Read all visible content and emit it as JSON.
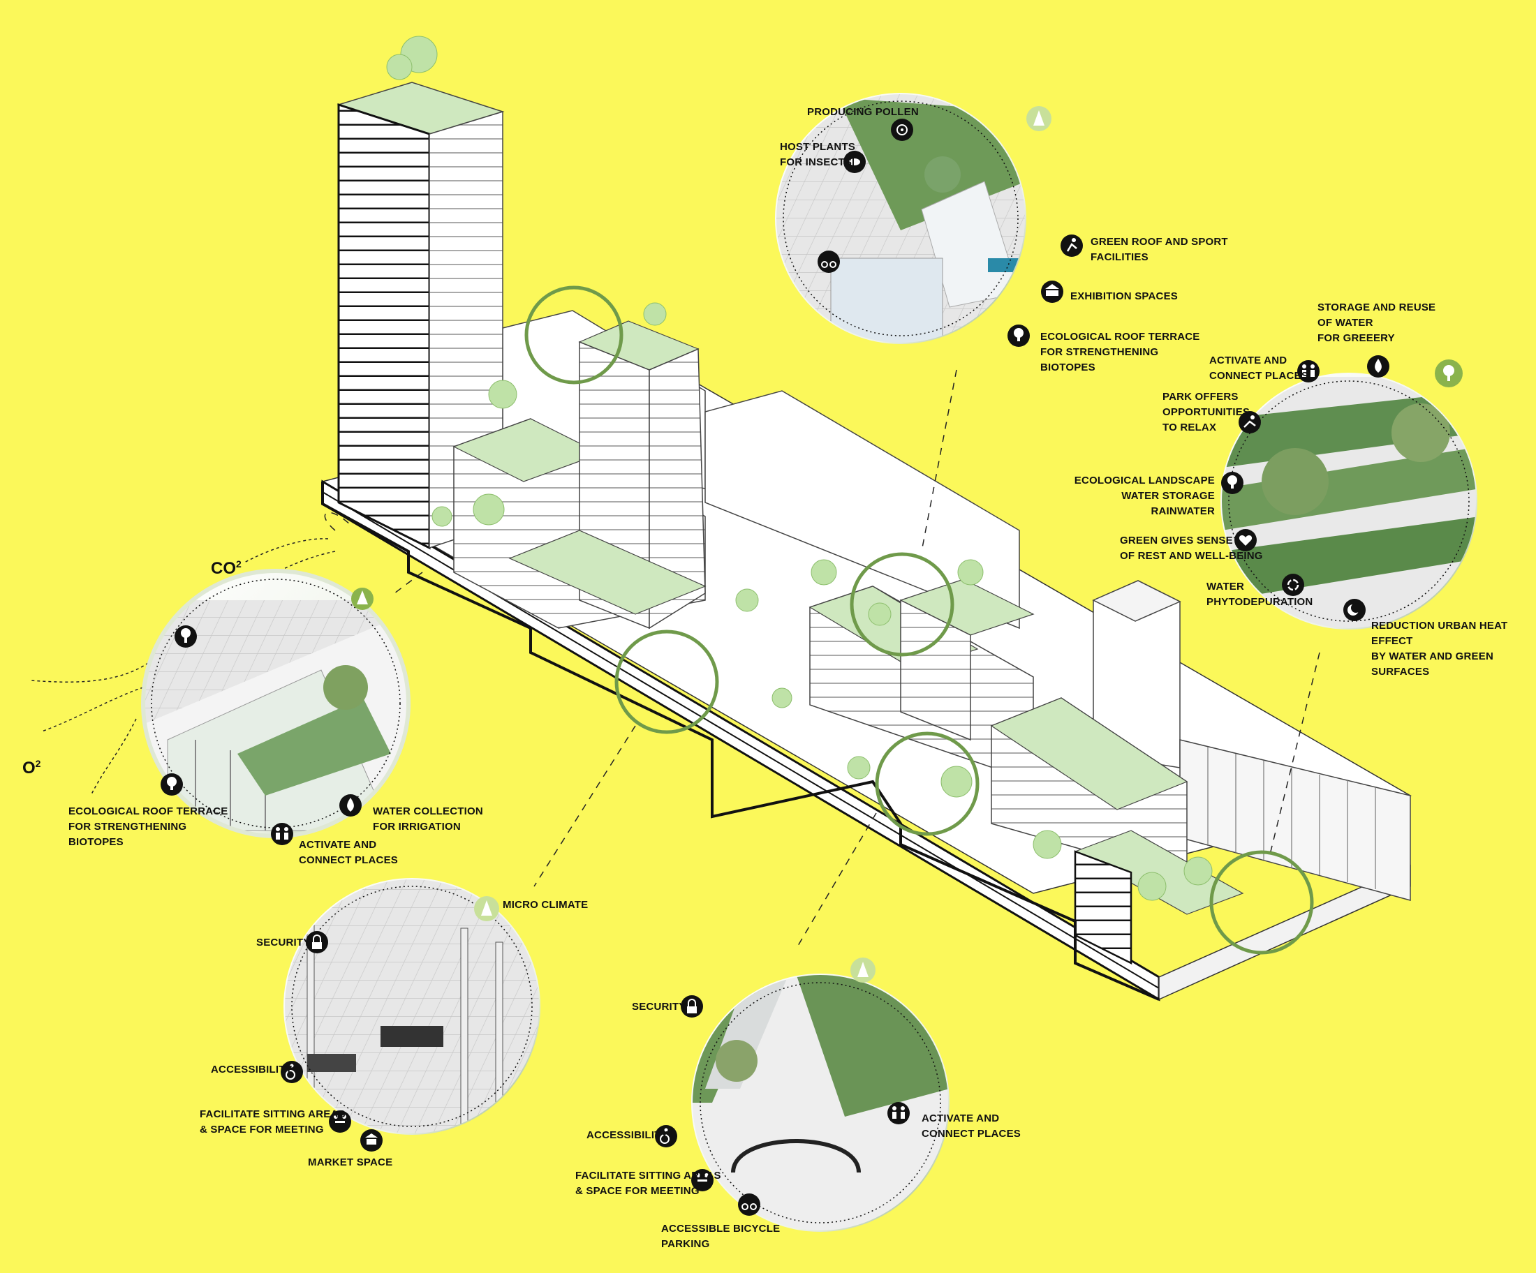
{
  "diagram": {
    "gases": {
      "co2": "CO",
      "co2_sup": "2",
      "o2": "O",
      "o2_sup": "2"
    },
    "colors": {
      "background": "#fbf85a",
      "ring": "#6f9a4a",
      "green": "#9fc98a",
      "icon": "#111111"
    },
    "callouts": [
      {
        "id": "c1",
        "labels": [
          {
            "text": "ECOLOGICAL ROOF TERRACE\nFOR STRENGTHENING\nBIOTOPES",
            "icon": "tree-circle-icon"
          },
          {
            "text": "ACTIVATE AND\nCONNECT PLACES",
            "icon": "people-icon"
          },
          {
            "text": "WATER COLLECTION\nFOR IRRIGATION",
            "icon": "water-drop-icon"
          }
        ]
      },
      {
        "id": "c2",
        "labels": [
          {
            "text": "PRODUCING POLLEN",
            "icon": "flower-icon"
          },
          {
            "text": "HOST PLANTS\nFOR INSECTS",
            "icon": "bee-icon"
          },
          {
            "text": "GREEN ROOF AND SPORT\nFACILITIES",
            "icon": "running-icon"
          },
          {
            "text": "EXHIBITION SPACES",
            "icon": "museum-icon"
          },
          {
            "text": "ECOLOGICAL ROOF TERRACE\nFOR STRENGTHENING\nBIOTOPES",
            "icon": "tree-circle-icon"
          }
        ]
      },
      {
        "id": "c3",
        "labels": [
          {
            "text": "STORAGE AND REUSE\nOF WATER\nFOR GREEERY",
            "icon": "water-drop-icon"
          },
          {
            "text": "ACTIVATE AND\nCONNECT PLACES",
            "icon": "people-icon"
          },
          {
            "text": "PARK OFFERS\nOPPORTUNITIES\nTO RELAX",
            "icon": "relax-icon"
          },
          {
            "text": "ECOLOGICAL LANDSCAPE\nWATER STORAGE RAINWATER",
            "icon": "rain-tree-icon"
          },
          {
            "text": "GREEN GIVES SENSE\nOF REST AND WELL-BEING",
            "icon": "heart-icon"
          },
          {
            "text": "WATER\nPHYTODEPURATION",
            "icon": "recycle-icon"
          },
          {
            "text": "REDUCTION URBAN HEAT EFFECT\nBY WATER AND GREEN SURFACES",
            "icon": "moon-icon"
          }
        ]
      },
      {
        "id": "c4",
        "labels": [
          {
            "text": "MICRO CLIMATE",
            "icon": "leaf-icon"
          },
          {
            "text": "SECURITY",
            "icon": "lock-icon"
          },
          {
            "text": "ACCESSIBILITY",
            "icon": "wheelchair-icon"
          },
          {
            "text": "FACILITATE SITTING AREAS\n& SPACE FOR MEETING",
            "icon": "meeting-icon"
          },
          {
            "text": "MARKET SPACE",
            "icon": "market-icon"
          }
        ]
      },
      {
        "id": "c5",
        "labels": [
          {
            "text": "SECURITY",
            "icon": "lock-icon"
          },
          {
            "text": "ACCESSIBILITY",
            "icon": "wheelchair-icon"
          },
          {
            "text": "FACILITATE SITTING AREAS\n& SPACE FOR MEETING",
            "icon": "meeting-icon"
          },
          {
            "text": "ACCESSIBLE BICYCLE\nPARKING",
            "icon": "bicycle-icon"
          },
          {
            "text": "ACTIVATE AND\nCONNECT PLACES",
            "icon": "people-icon"
          }
        ]
      }
    ]
  }
}
